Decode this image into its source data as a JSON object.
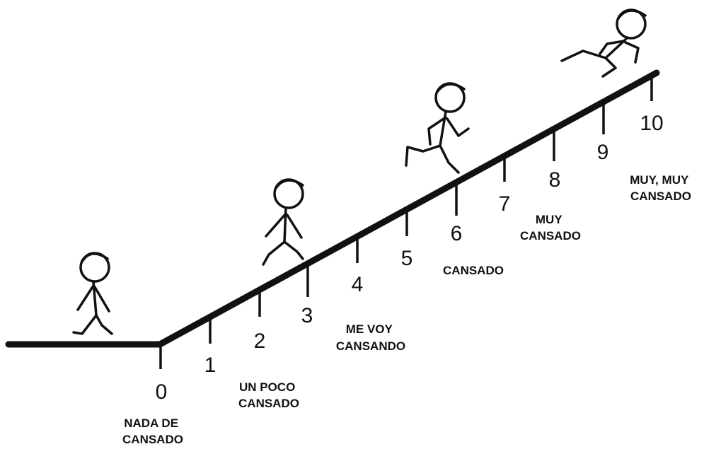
{
  "scale": {
    "ticks": [
      "0",
      "1",
      "2",
      "3",
      "4",
      "5",
      "6",
      "7",
      "8",
      "9",
      "10"
    ],
    "descriptors": [
      {
        "lines": [
          "NADA DE",
          "CANSADO"
        ]
      },
      {
        "lines": [
          "UN POCO",
          "CANSADO"
        ]
      },
      {
        "lines": [
          "ME VOY",
          "CANSANDO"
        ]
      },
      {
        "lines": [
          "CANSADO"
        ]
      },
      {
        "lines": [
          "MUY",
          "CANSADO"
        ]
      },
      {
        "lines": [
          "MUY, MUY",
          "CANSADO"
        ]
      }
    ]
  },
  "colors": {
    "line": "#111111",
    "background": "#ffffff"
  },
  "figures": [
    "walking-figure",
    "walking-figure",
    "running-figure",
    "sprinting-figure"
  ]
}
